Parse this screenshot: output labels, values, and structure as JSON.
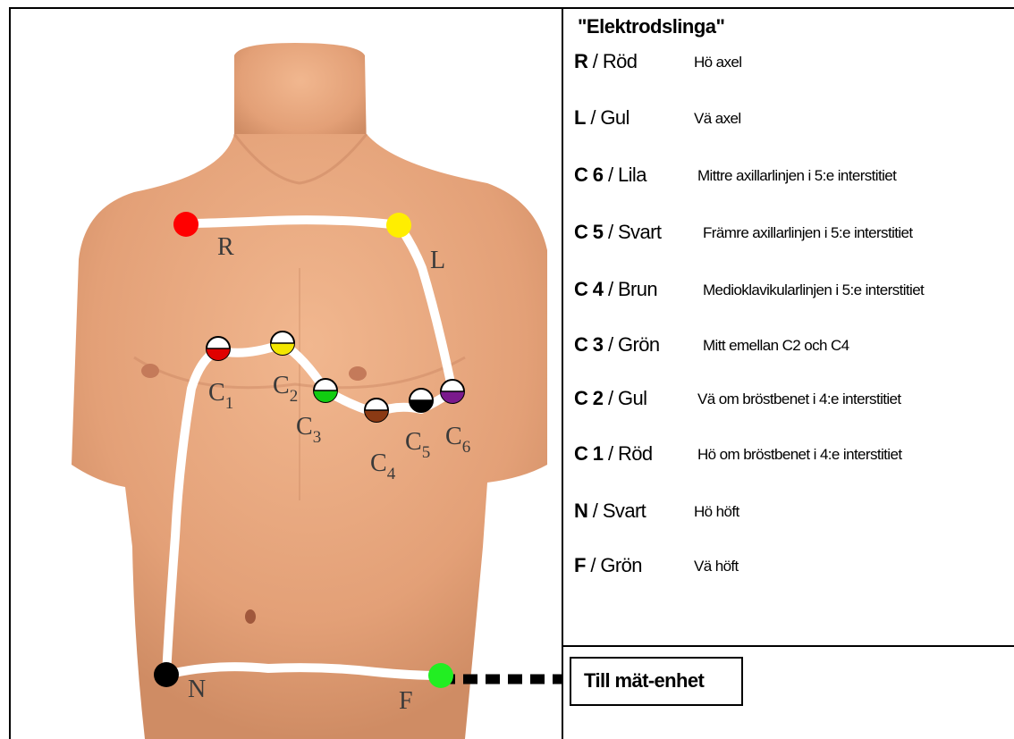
{
  "legend": {
    "title": "\"Elektrodslinga\"",
    "rows": [
      {
        "code": "R",
        "color": "Röd",
        "desc": "Hö axel"
      },
      {
        "code": "L",
        "color": "Gul",
        "desc": "Vä axel"
      },
      {
        "code": "C 6",
        "color": "Lila",
        "desc": "Mittre axillarlinjen i 5:e interstitiet"
      },
      {
        "code": "C 5",
        "color": "Svart",
        "desc": "Främre axillarlinjen i 5:e interstitiet"
      },
      {
        "code": "C 4",
        "color": "Brun",
        "desc": "Medioklavikularlinjen i 5:e interstitiet"
      },
      {
        "code": "C 3",
        "color": "Grön",
        "desc": "Mitt emellan C2 och C4"
      },
      {
        "code": "C 2",
        "color": "Gul",
        "desc": "Vä om bröstbenet i 4:e interstitiet"
      },
      {
        "code": "C 1",
        "color": "Röd",
        "desc": "Hö om bröstbenet i 4:e interstitiet"
      },
      {
        "code": "N",
        "color": "Svart",
        "desc": "Hö höft"
      },
      {
        "code": "F",
        "color": "Grön",
        "desc": "Vä höft"
      }
    ]
  },
  "unit": {
    "label": "Till mät-enhet"
  },
  "electrodes": {
    "R": {
      "label": "R",
      "color": "#ff0000"
    },
    "L": {
      "label": "L",
      "color": "#ffee00"
    },
    "C1": {
      "label": "C",
      "sub": "1",
      "color": "#e00000"
    },
    "C2": {
      "label": "C",
      "sub": "2",
      "color": "#f2e600"
    },
    "C3": {
      "label": "C",
      "sub": "3",
      "color": "#11cc11"
    },
    "C4": {
      "label": "C",
      "sub": "4",
      "color": "#8b3a14"
    },
    "C5": {
      "label": "C",
      "sub": "5",
      "color": "#000000"
    },
    "C6": {
      "label": "C",
      "sub": "6",
      "color": "#7a1a8c"
    },
    "N": {
      "label": "N",
      "color": "#000000"
    },
    "F": {
      "label": "F",
      "color": "#22ee22"
    }
  },
  "colors": {
    "skin": "#e8a77f",
    "skin_shadow": "#c98661",
    "cable": "#ffffff"
  }
}
